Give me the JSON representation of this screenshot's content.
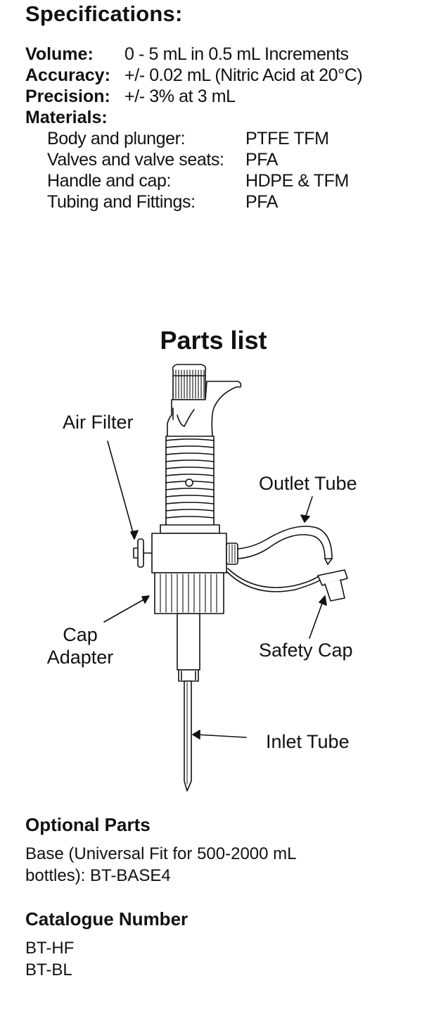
{
  "specifications": {
    "title": "Specifications:",
    "rows": [
      {
        "key": "Volume:",
        "value": "0 - 5 mL in 0.5 mL Increments"
      },
      {
        "key": "Accuracy:",
        "value": "+/- 0.02 mL (Nitric Acid at 20°C)"
      },
      {
        "key": "Precision:",
        "value": "+/- 3% at 3 mL"
      }
    ],
    "materials_label": "Materials:",
    "materials": [
      {
        "part": "Body and plunger:",
        "material": "PTFE TFM"
      },
      {
        "part": "Valves and valve seats:",
        "material": "PFA"
      },
      {
        "part": "Handle and cap:",
        "material": "HDPE & TFM"
      },
      {
        "part": "Tubing and Fittings:",
        "material": "PFA"
      }
    ]
  },
  "parts_list": {
    "title": "Parts list",
    "labels": {
      "air_filter": "Air Filter",
      "outlet_tube": "Outlet Tube",
      "cap_adapter_line1": "Cap",
      "cap_adapter_line2": "Adapter",
      "safety_cap": "Safety Cap",
      "inlet_tube": "Inlet Tube"
    }
  },
  "optional_parts": {
    "heading": "Optional Parts",
    "line1": "Base (Universal Fit for 500-2000 mL",
    "line2": "bottles): BT-BASE4"
  },
  "catalogue": {
    "heading": "Catalogue Number",
    "numbers": [
      "BT-HF",
      "BT-BL"
    ]
  }
}
